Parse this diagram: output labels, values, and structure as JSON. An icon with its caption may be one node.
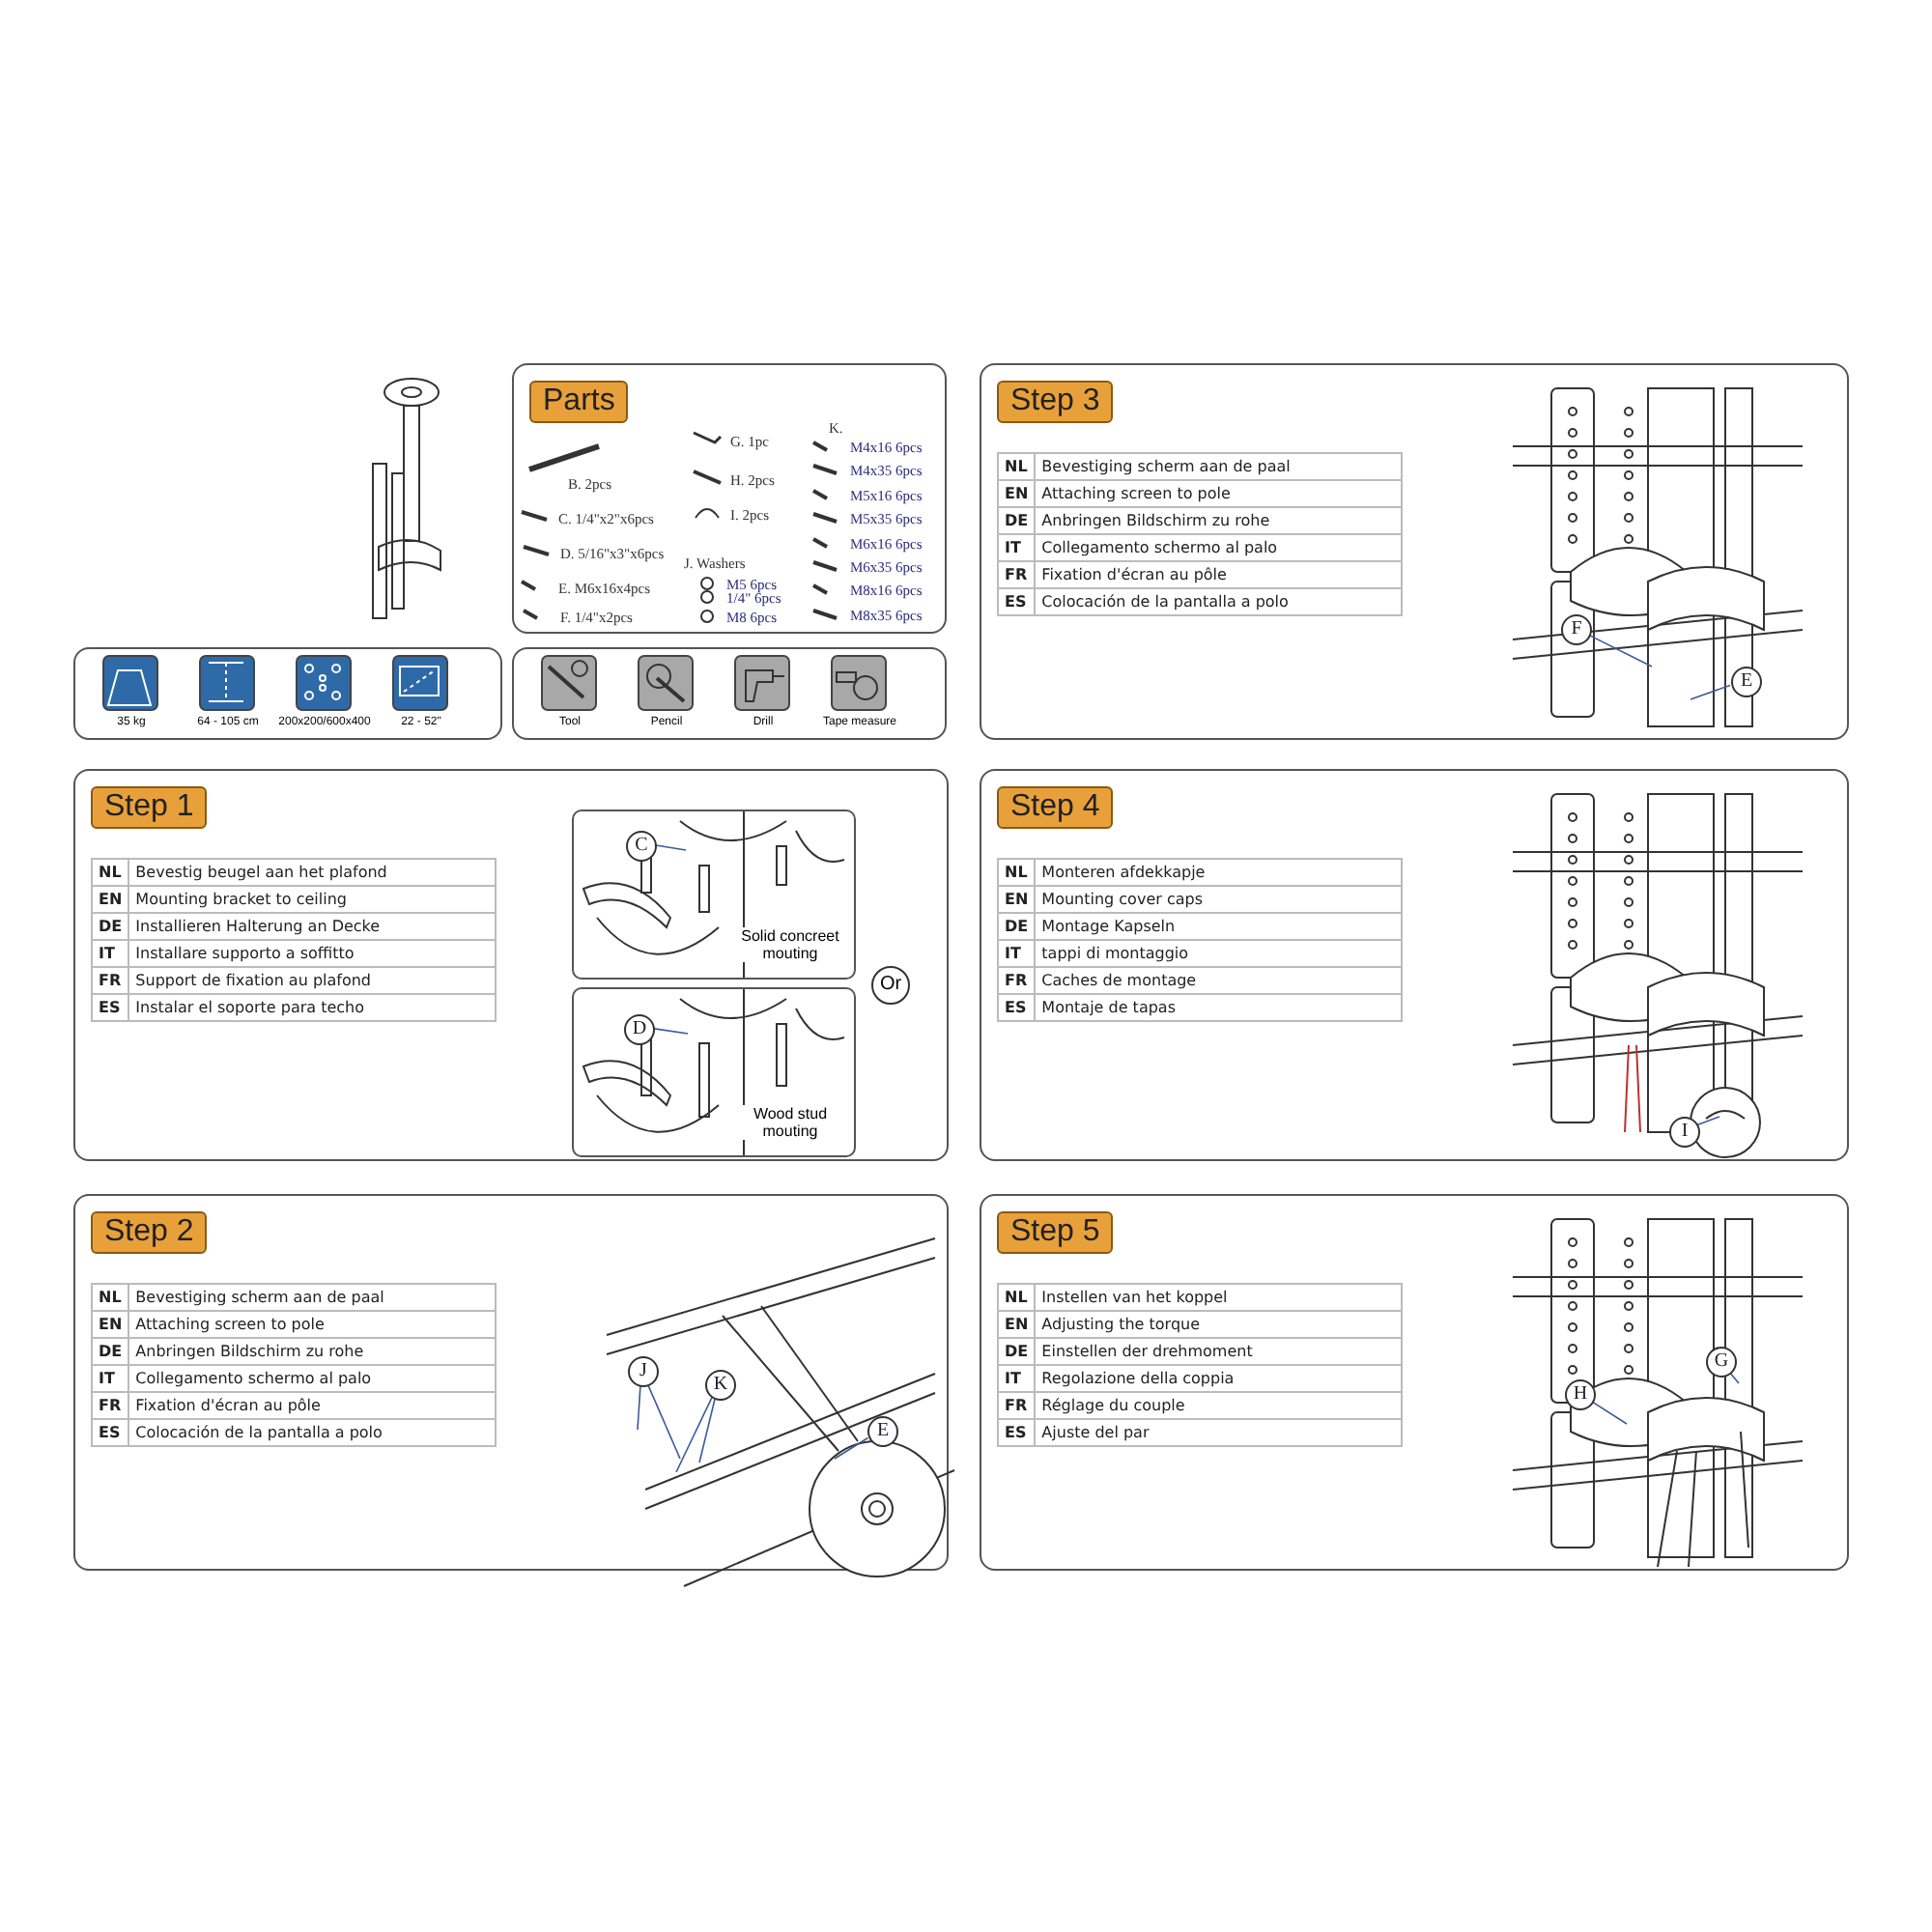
{
  "diagram": {
    "nodes": [
      {
        "text": [
          "Parts"
        ]
      },
      {
        "text": [
          "Step 3"
        ]
      },
      {
        "text": [
          "Step 1"
        ]
      },
      {
        "text": [
          "Step 4"
        ]
      },
      {
        "text": [
          "Step 2"
        ]
      },
      {
        "text": [
          "Step 5"
        ]
      },
      {
        "text": [
          "Solid concreet mouting"
        ],
        "in": 2
      },
      {
        "text": [
          "Wood stud mouting"
        ],
        "in": 2
      },
      {
        "text": [
          "Or"
        ],
        "in": 2
      },
      {
        "text": [
          "F"
        ],
        "in": 1
      },
      {
        "text": [
          "E"
        ],
        "in": 1
      },
      {
        "text": [
          "C"
        ],
        "in": 6
      },
      {
        "text": [
          "D"
        ],
        "in": 7
      },
      {
        "text": [
          "I"
        ],
        "in": 3
      },
      {
        "text": [
          "J"
        ],
        "in": 4
      },
      {
        "text": [
          "K"
        ],
        "in": 4
      },
      {
        "text": [
          "E"
        ],
        "in": 4
      },
      {
        "text": [
          "H"
        ],
        "in": 5
      },
      {
        "text": [
          "G"
        ],
        "in": 5
      }
    ],
    "edges": [
      {
        "from": 9,
        "to": null,
        "arrow": "none"
      },
      {
        "from": 10,
        "to": null,
        "arrow": "none"
      },
      {
        "from": 11,
        "to": null,
        "arrow": "none"
      },
      {
        "from": 12,
        "to": null,
        "arrow": "none"
      },
      {
        "from": 13,
        "to": null,
        "arrow": "none"
      },
      {
        "from": 14,
        "to": null,
        "arrow": "none"
      },
      {
        "from": 14,
        "to": null,
        "arrow": "none"
      },
      {
        "from": 15,
        "to": null,
        "arrow": "none"
      },
      {
        "from": 15,
        "to": null,
        "arrow": "none"
      },
      {
        "from": 16,
        "to": null,
        "arrow": "none"
      },
      {
        "from": 17,
        "to": null,
        "arrow": "none"
      },
      {
        "from": 18,
        "to": null,
        "arrow": "none"
      }
    ],
    "labels": [
      "B. 2pcs",
      "C. 1/4\"x2\"x6pcs",
      "D. 5/16\"x3\"x6pcs",
      "E. M6x16x4pcs",
      "F. 1/4\"x2pcs",
      "G. 1pc",
      "H. 2pcs",
      "I. 2pcs",
      "J. Washers",
      "M5 6pcs",
      "1/4\" 6pcs",
      "M8 6pcs",
      "K.",
      "M4x16 6pcs",
      "M4x35 6pcs",
      "M5x16 6pcs",
      "M5x35 6pcs",
      "M6x16 6pcs",
      "M6x35 6pcs",
      "M8x16 6pcs",
      "M8x35 6pcs",
      "35 kg",
      "64 - 105 cm",
      "200x200/600x400",
      "22 - 52\"",
      "Tool",
      "Pencil",
      "Drill",
      "Tape measure",
      "NL",
      "Bevestiging scherm aan de paal",
      "EN",
      "Attaching screen to pole",
      "DE",
      "Anbringen Bildschirm zu rohe",
      "IT",
      "Collegamento schermo al palo",
      "FR",
      "Fixation d'écran au pôle",
      "ES",
      "Colocación de la pantalla a polo",
      "NL",
      "Bevestig beugel aan het plafond",
      "EN",
      "Mounting bracket to ceiling",
      "DE",
      "Installieren Halterung an Decke",
      "IT",
      "Installare supporto a soffitto",
      "FR",
      "Support de fixation au plafond",
      "ES",
      "Instalar el soporte para techo",
      "NL",
      "Monteren afdekkapje",
      "EN",
      "Mounting cover caps",
      "DE",
      "Montage Kapseln",
      "IT",
      "tappi di montaggio",
      "FR",
      "Caches de montage",
      "ES",
      "Montaje de tapas",
      "NL",
      "Bevestiging scherm aan de paal",
      "EN",
      "Attaching screen to pole",
      "DE",
      "Anbringen Bildschirm zu rohe",
      "IT",
      "Collegamento schermo al palo",
      "FR",
      "Fixation d'écran au pôle",
      "ES",
      "Colocación de la pantalla a polo",
      "NL",
      "Instellen van het koppel",
      "EN",
      "Adjusting the torque",
      "DE",
      "Einstellen der drehmoment",
      "IT",
      "Regolazione della coppia",
      "FR",
      "Réglage du couple",
      "ES",
      "Ajuste del par"
    ]
  }
}
